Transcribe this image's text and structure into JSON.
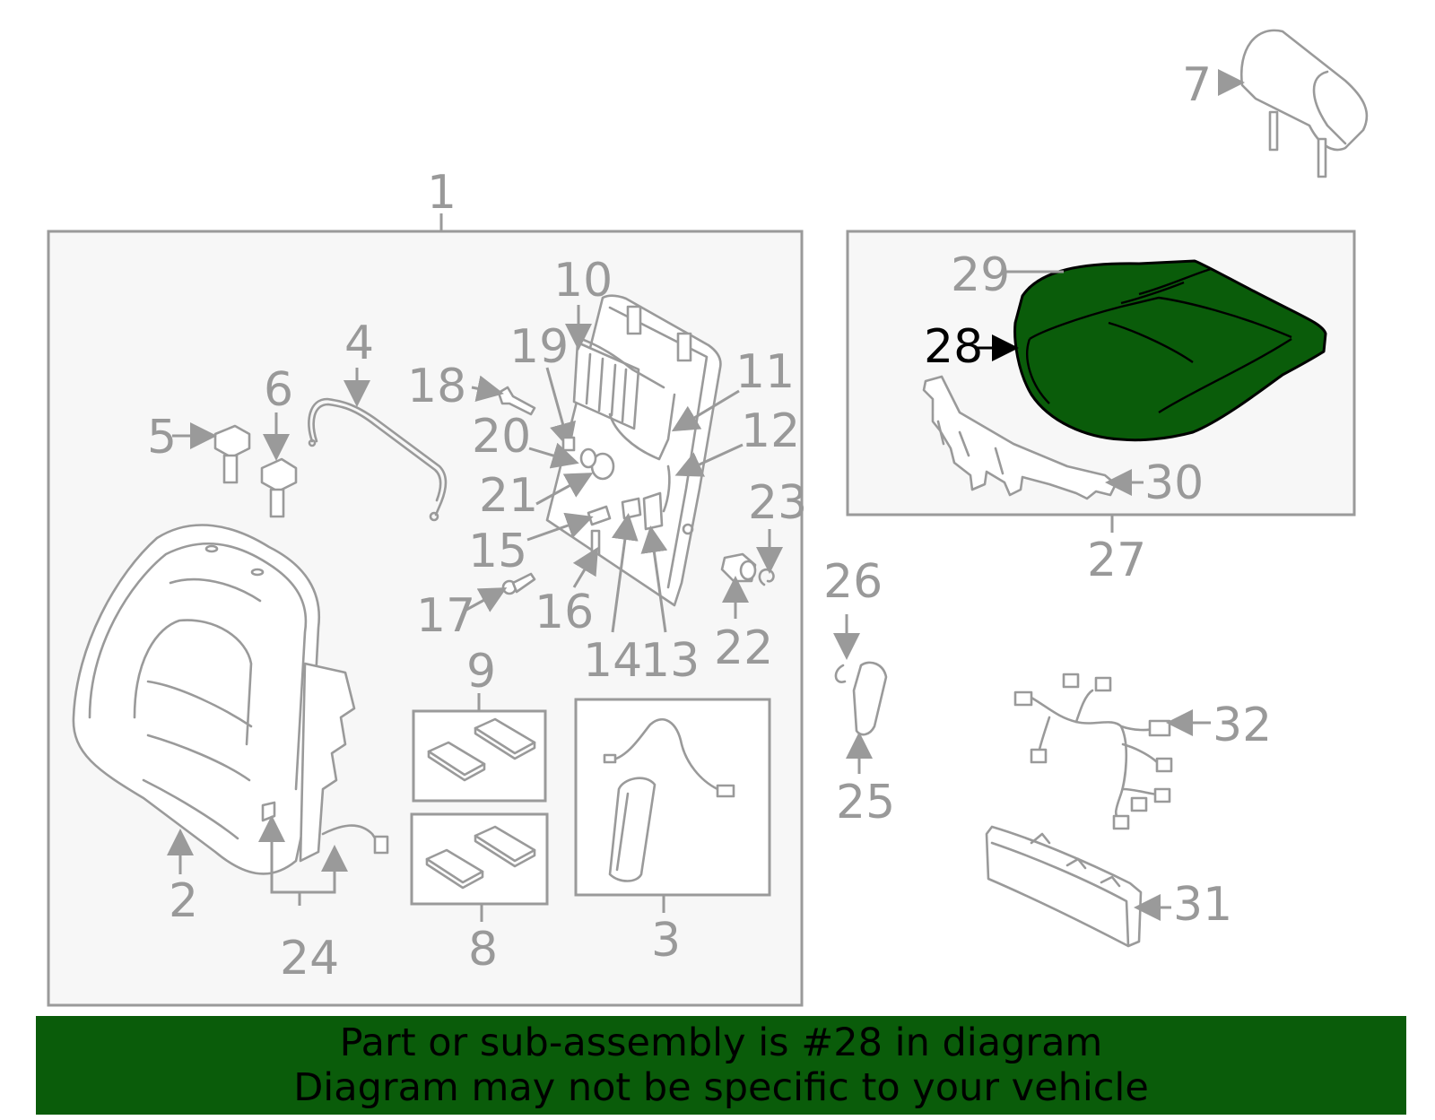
{
  "labels": {
    "l1": "1",
    "l2": "2",
    "l3": "3",
    "l4": "4",
    "l5": "5",
    "l6": "6",
    "l7": "7",
    "l8": "8",
    "l9": "9",
    "l10": "10",
    "l11": "11",
    "l12": "12",
    "l13": "13",
    "l14": "14",
    "l15": "15",
    "l16": "16",
    "l17": "17",
    "l18": "18",
    "l19": "19",
    "l20": "20",
    "l21": "21",
    "l22": "22",
    "l23": "23",
    "l24": "24",
    "l25": "25",
    "l26": "26",
    "l27": "27",
    "l28": "28",
    "l29": "29",
    "l30": "30",
    "l31": "31",
    "l32": "32"
  },
  "highlight_part": "28",
  "colors": {
    "highlight": "#0a5c0a",
    "line": "#9a9a9a",
    "banner": "#0a5c0a"
  },
  "banner": {
    "line1": "Part or sub-assembly is #28 in diagram",
    "line2": "Diagram may not be specific to your vehicle"
  }
}
